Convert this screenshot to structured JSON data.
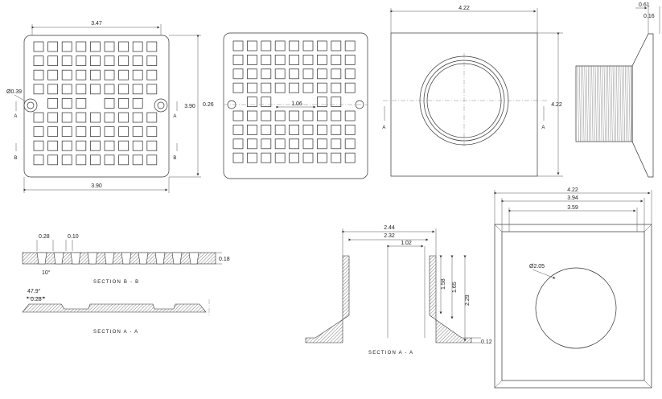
{
  "grate_top_view": {
    "dim_grid_width": "3.47",
    "dim_outer_width": "3.90",
    "dim_outer_height": "3.90",
    "dim_hole_dia": "Ø0.39",
    "section_a_left": "A",
    "section_a_right": "A",
    "section_b_left": "B",
    "section_b_right": "B"
  },
  "grate_bottom_view": {
    "dim_rib_width": "0.26",
    "dim_center_span": "1.06"
  },
  "body_top_view": {
    "dim_width": "4.22",
    "dim_height": "4.22",
    "section_a_left": "A",
    "section_a_right": "A"
  },
  "body_side_view": {
    "dim_flange": "0.61",
    "dim_lip": "0.16"
  },
  "section_bb": {
    "dim_slot": "0.28",
    "dim_rib": "0.10",
    "dim_angle": "10°",
    "dim_thickness": "0.18",
    "label": "SECTION  B - B"
  },
  "section_aa_grate": {
    "dim_angle": "47.9°",
    "dim_chamfer": "0.28",
    "label": "SECTION  A - A"
  },
  "section_aa_body": {
    "dim_outer": "2.44",
    "dim_inner": "2.32",
    "dim_bore": "1.02",
    "dim_h1": "1.58",
    "dim_h2": "1.65",
    "dim_h3": "2.29",
    "dim_flange_t": "0.12",
    "label": "SECTION  A - A"
  },
  "frame_view": {
    "dim_outer": "4.22",
    "dim_mid": "3.94",
    "dim_inner": "3.59",
    "dim_opening": "Ø2.05"
  }
}
